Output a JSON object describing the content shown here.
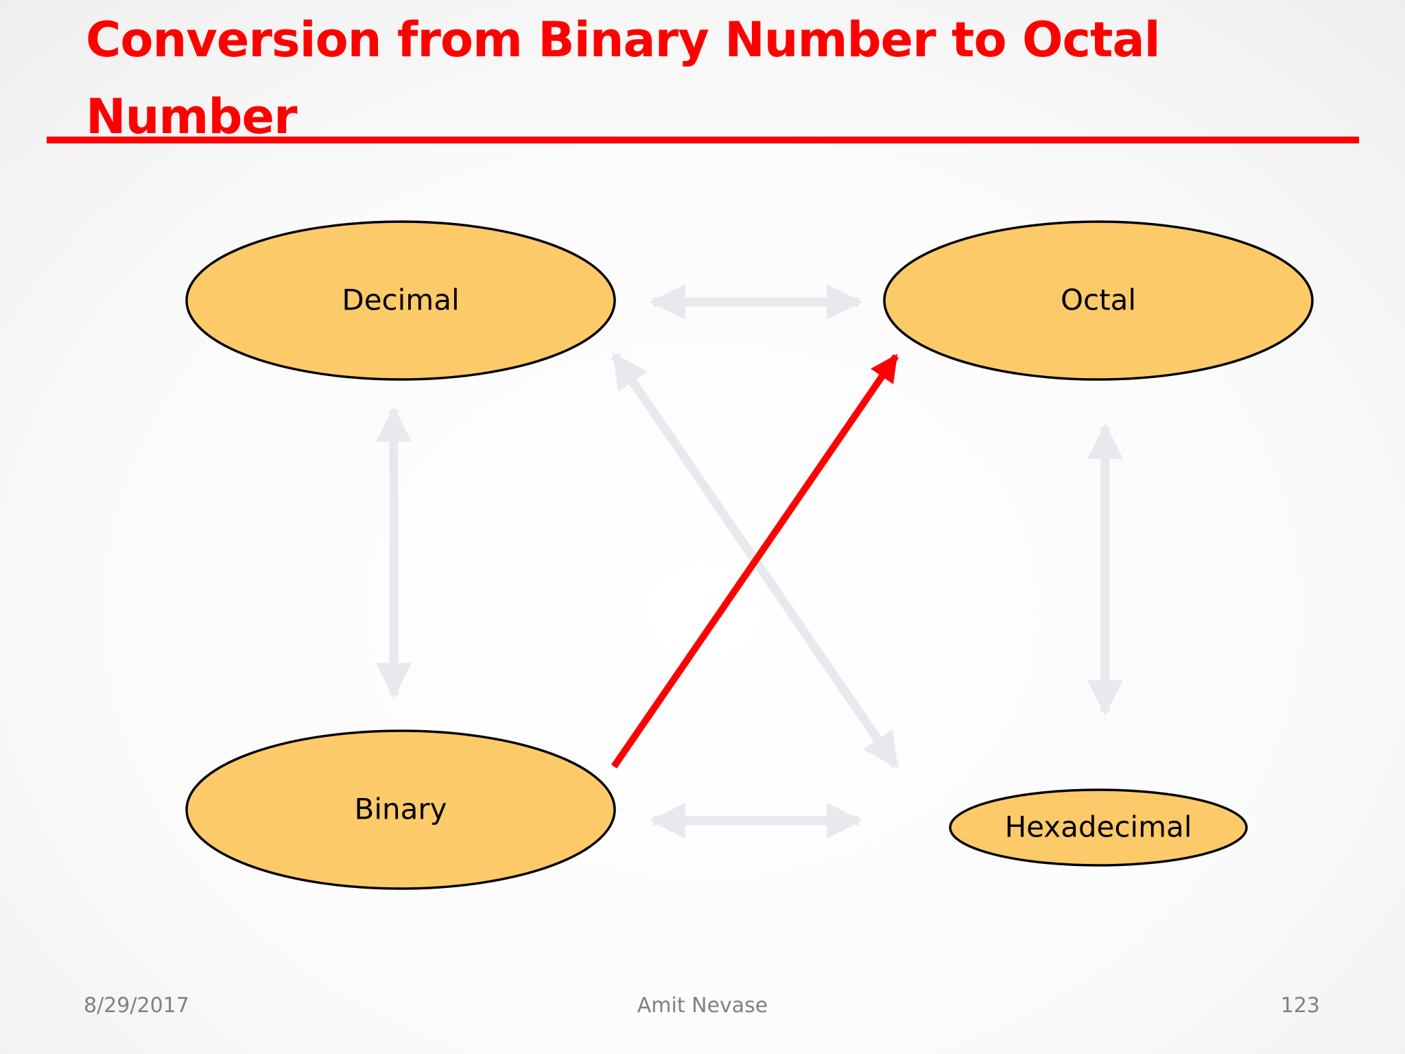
{
  "slide": {
    "title": "Conversion from Binary Number to Octal Number"
  },
  "nodes": {
    "decimal": "Decimal",
    "octal": "Octal",
    "binary": "Binary",
    "hexadecimal": "Hexadecimal"
  },
  "edges": [
    {
      "from": "decimal",
      "to": "octal",
      "highlighted": false
    },
    {
      "from": "decimal",
      "to": "binary",
      "highlighted": false
    },
    {
      "from": "decimal",
      "to": "hexadecimal",
      "highlighted": false
    },
    {
      "from": "octal",
      "to": "hexadecimal",
      "highlighted": false
    },
    {
      "from": "binary",
      "to": "hexadecimal",
      "highlighted": false
    },
    {
      "from": "binary",
      "to": "octal",
      "highlighted": true
    }
  ],
  "colors": {
    "title": "#ff0000",
    "node_fill": "#fdca69",
    "edge_default": "#e7e9ee",
    "edge_highlight": "#ff0000"
  },
  "footer": {
    "date": "8/29/2017",
    "author": "Amit Nevase",
    "page": "123"
  }
}
